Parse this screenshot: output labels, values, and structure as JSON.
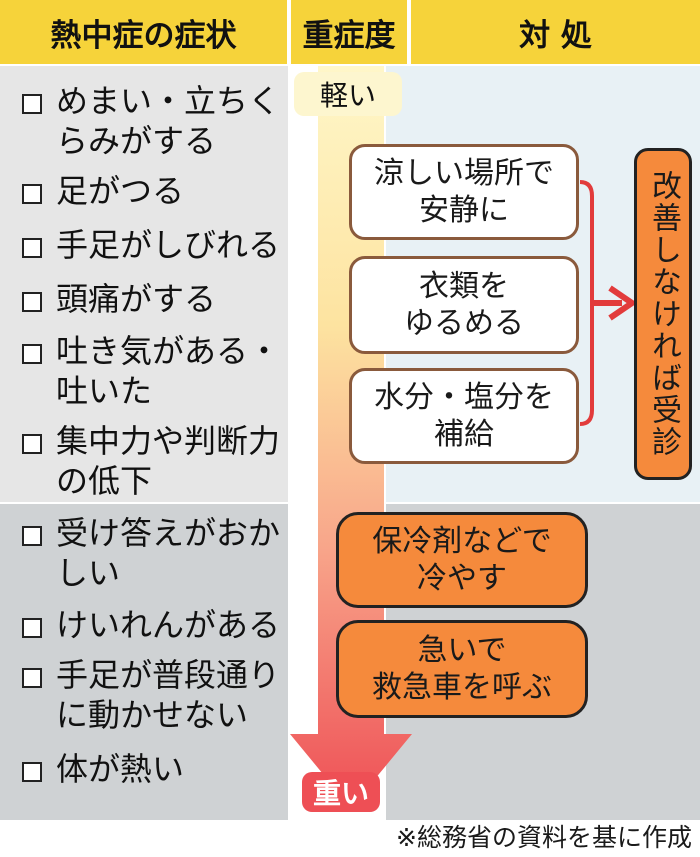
{
  "header": {
    "symptoms": "熱中症の症状",
    "severity": "重症度",
    "response": "対 処"
  },
  "severity_labels": {
    "mild": "軽い",
    "severe": "重い"
  },
  "symptoms_mild": [
    "めまい・立ちく\nらみがする",
    "足がつる",
    "手足がしびれる",
    "頭痛がする",
    "吐き気がある・\n吐いた",
    "集中力や判断力\nの低下"
  ],
  "symptoms_severe": [
    "受け答えがおか\nしい",
    "けいれんがある",
    "手足が普段通り\nに動かせない",
    "体が熱い"
  ],
  "actions_mild": [
    "涼しい場所で\n安静に",
    "衣類を\nゆるめる",
    "水分・塩分を\n補給"
  ],
  "outcome_mild": "改善しなければ受診",
  "actions_severe": [
    "保冷剤などで\n冷やす",
    "急いで\n救急車を呼ぶ"
  ],
  "source_note": "※総務省の資料を基に作成",
  "colors": {
    "header_yellow": "#f6d33a",
    "mild_panel_gray": "#e6e6e6",
    "severe_panel_gray": "#cfd2d4",
    "mild_action_bg": "#e8f1f5",
    "action_orange": "#f58a3c",
    "arrow_red": "#ef5a5a"
  }
}
